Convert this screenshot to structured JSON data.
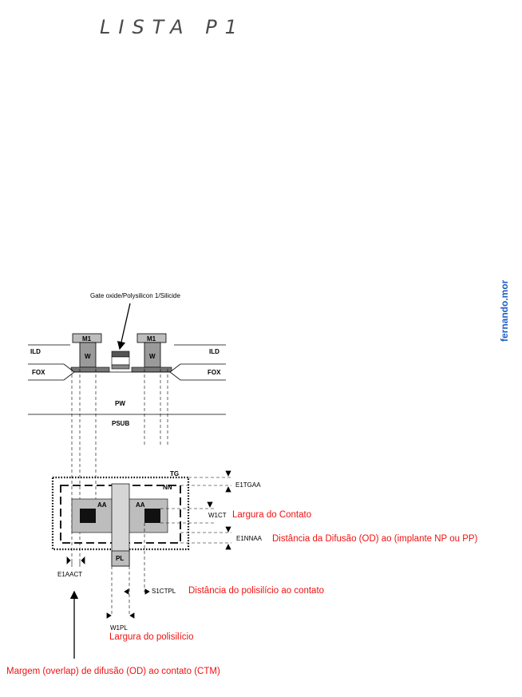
{
  "handwritten_title": "LISTA P1",
  "side_watermark": "fernando.mor",
  "cross_section": {
    "gate_label": "Gate oxide/Polysilicon 1/Silicide",
    "m1_left": "M1",
    "m1_right": "M1",
    "w_left": "W",
    "w_right": "W",
    "ild_left": "ILD",
    "ild_right": "ILD",
    "fox_left": "FOX",
    "fox_right": "FOX",
    "pw": "PW",
    "psub": "PSUB"
  },
  "layout": {
    "tg": "TG",
    "nn": "NN",
    "aa_left": "AA",
    "aa_right": "AA",
    "pl": "PL"
  },
  "rules": {
    "e1tgaa": "E1TGAA",
    "w1ct": "W1CT",
    "w1ct_desc": "Largura do Contato",
    "e1nnaa": "E1NNAA",
    "e1nnaa_desc": "Distância da Difusão (OD) ao (implante NP ou PP)",
    "s1ctpl": "S1CTPL",
    "s1ctpl_desc": "Distância do polisilício ao contato",
    "w1pl": "W1PL",
    "w1pl_desc": "Largura do polisilício",
    "e1aact": "E1AACT",
    "e1aact_desc": "Margem (overlap) de difusão (OD) ao contato (CTM)"
  },
  "colors": {
    "annotation_red": "#ee1111",
    "watermark_blue": "#1e5fc8",
    "metal_gray": "#bdbdbd",
    "dark_gray": "#777777"
  }
}
